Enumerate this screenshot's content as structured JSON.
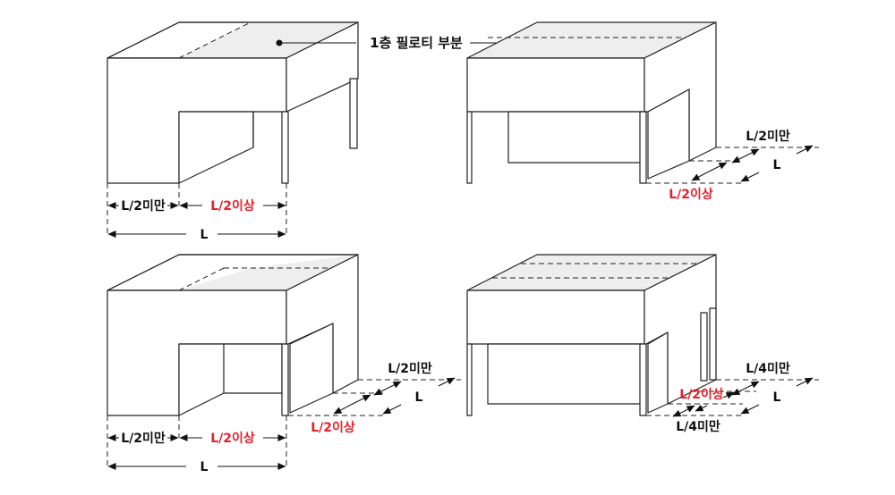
{
  "labels": {
    "piloti_callout": "1층 필로티 부분",
    "half_less": "L/2미만",
    "half_more": "L/2이상",
    "quarter_less": "L/4미만",
    "length": "L"
  },
  "colors": {
    "outline": "#222222",
    "piloti_shade": "#eeeeee",
    "emphasis_text": "#e8202a"
  }
}
